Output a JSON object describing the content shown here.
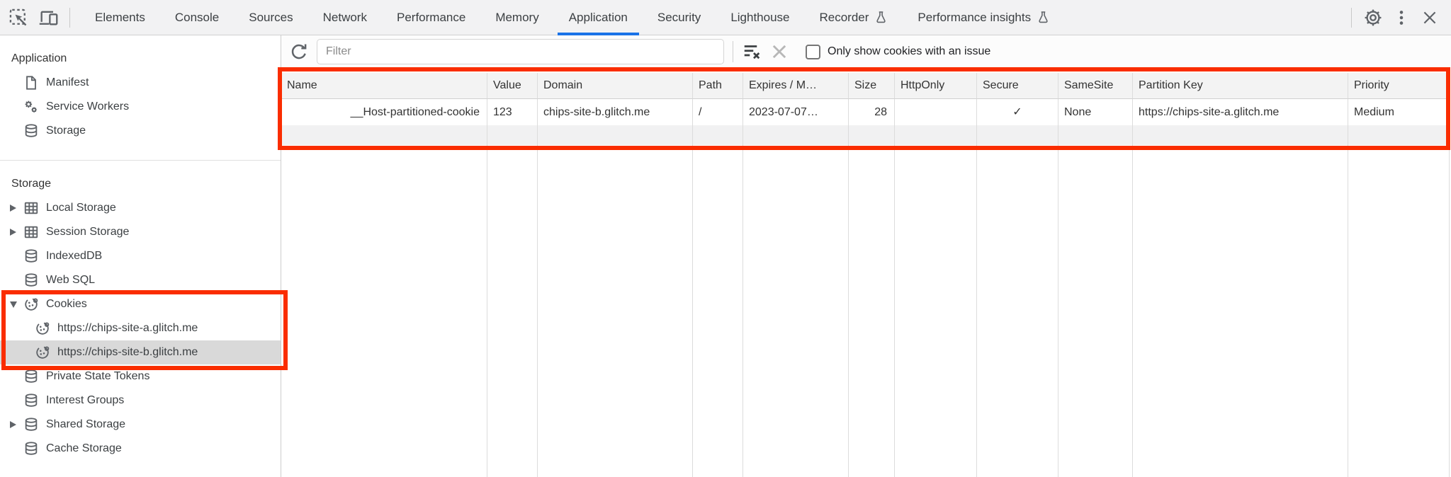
{
  "colors": {
    "accent_blue": "#1a73e8",
    "annotation_red": "#fa2d00",
    "selection_gray": "#d9d9d9",
    "header_bg": "#f3f3f3"
  },
  "topbar": {
    "tabs": [
      {
        "label": "Elements"
      },
      {
        "label": "Console"
      },
      {
        "label": "Sources"
      },
      {
        "label": "Network"
      },
      {
        "label": "Performance"
      },
      {
        "label": "Memory"
      },
      {
        "label": "Application",
        "active": true
      },
      {
        "label": "Security"
      },
      {
        "label": "Lighthouse"
      },
      {
        "label": "Recorder",
        "flask": true
      },
      {
        "label": "Performance insights",
        "flask": true
      }
    ]
  },
  "sidebar": {
    "app_section": {
      "title": "Application",
      "items": [
        {
          "label": "Manifest"
        },
        {
          "label": "Service Workers"
        },
        {
          "label": "Storage"
        }
      ]
    },
    "storage_section": {
      "title": "Storage",
      "items": [
        {
          "label": "Local Storage"
        },
        {
          "label": "Session Storage"
        },
        {
          "label": "IndexedDB"
        },
        {
          "label": "Web SQL"
        },
        {
          "label": "Cookies"
        },
        {
          "label": "https://chips-site-a.glitch.me"
        },
        {
          "label": "https://chips-site-b.glitch.me",
          "selected": true
        },
        {
          "label": "Private State Tokens"
        },
        {
          "label": "Interest Groups"
        },
        {
          "label": "Shared Storage"
        },
        {
          "label": "Cache Storage"
        }
      ]
    }
  },
  "toolbar": {
    "filter_placeholder": "Filter",
    "only_show_label": "Only show cookies with an issue"
  },
  "cookies_table": {
    "columns": [
      "Name",
      "Value",
      "Domain",
      "Path",
      "Expires / M…",
      "Size",
      "HttpOnly",
      "Secure",
      "SameSite",
      "Partition Key",
      "Priority"
    ],
    "row": {
      "name": "__Host-partitioned-cookie",
      "value": "123",
      "domain": "chips-site-b.glitch.me",
      "path": "/",
      "expires": "2023-07-07…",
      "size": "28",
      "http_only": "",
      "secure": "✓",
      "same_site": "None",
      "partition_key": "https://chips-site-a.glitch.me",
      "priority": "Medium"
    }
  }
}
